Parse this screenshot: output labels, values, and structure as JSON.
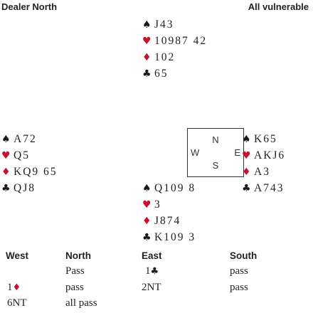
{
  "header": {
    "dealer_text": "Dealer North",
    "vulnerability_text": "All vulnerable"
  },
  "symbols": {
    "spade": "♠",
    "heart": "♥",
    "diamond": "♦",
    "club": "♣"
  },
  "colors": {
    "black_suits": "#1a1a1a",
    "red_suits": "#c8102e"
  },
  "hands": {
    "north": {
      "spades": "J43",
      "hearts": "10987 42",
      "diamonds": "102",
      "clubs": "65"
    },
    "west": {
      "spades": "A72",
      "hearts": "Q5",
      "diamonds": "KQ9 65",
      "clubs": "QJ8"
    },
    "east": {
      "spades": "K65",
      "hearts": "AKJ6",
      "diamonds": "A3",
      "clubs": "A743"
    },
    "south": {
      "spades": "Q109 8",
      "hearts": "3",
      "diamonds": "J874",
      "clubs": "K109 3"
    }
  },
  "compass": {
    "n": "N",
    "s": "S",
    "w": "W",
    "e": "E"
  },
  "auction": {
    "headers": [
      "West",
      "North",
      "East",
      "South"
    ],
    "rows": [
      [
        "",
        "Pass",
        "1",
        "pass"
      ],
      [
        "1",
        "pass",
        "2NT",
        "pass"
      ],
      [
        "6NT",
        "all pass",
        "",
        ""
      ]
    ]
  }
}
